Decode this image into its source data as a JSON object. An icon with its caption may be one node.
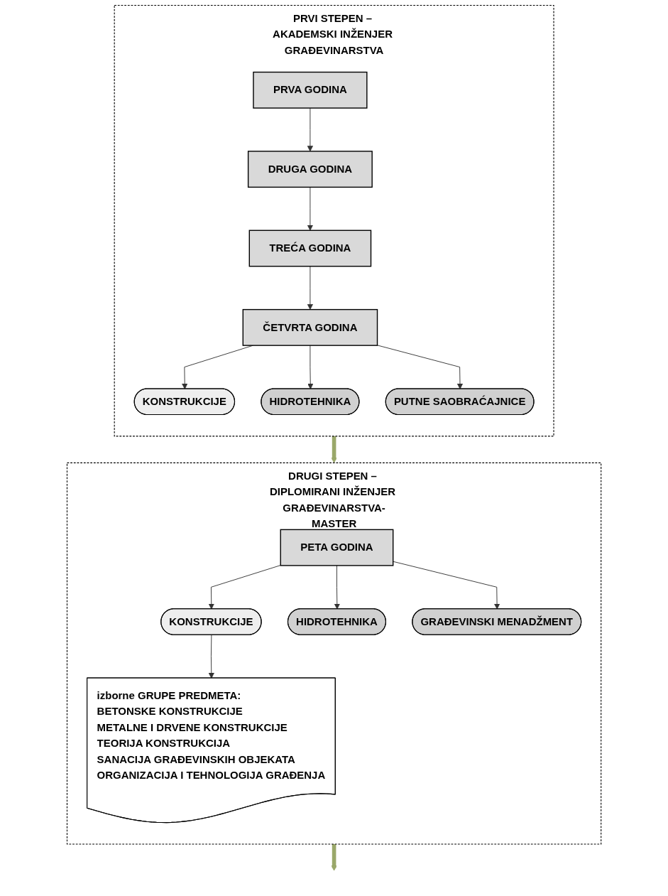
{
  "diagram": {
    "nodes": [
      {
        "text": [
          "PRVI STEPEN – AKADEMSKI INŽENJER GRAĐEVINARSTVA"
        ]
      },
      {
        "text": [
          "PRVA GODINA"
        ],
        "in": 0
      },
      {
        "text": [
          "DRUGA GODINA"
        ],
        "in": 0
      },
      {
        "text": [
          "TREĆA GODINA"
        ],
        "in": 0
      },
      {
        "text": [
          "ČETVRTA GODINA"
        ],
        "in": 0
      },
      {
        "text": [
          "KONSTRUKCIJE"
        ],
        "in": 0
      },
      {
        "text": [
          "HIDROTEHNIKA"
        ],
        "in": 0
      },
      {
        "text": [
          "PUTNE SAOBRAĆAJNICE"
        ],
        "in": 0
      },
      {
        "text": [
          "DRUGI STEPEN – DIPLOMIRANI INŽENJER GRAĐEVINARSTVA-MASTER"
        ]
      },
      {
        "text": [
          "PETA GODINA"
        ],
        "in": 8
      },
      {
        "text": [
          "KONSTRUKCIJE"
        ],
        "in": 8
      },
      {
        "text": [
          "HIDROTEHNIKA"
        ],
        "in": 8
      },
      {
        "text": [
          "GRAĐEVINSKI MENADŽMENT"
        ],
        "in": 8
      },
      {
        "text": [
          "izborne GRUPE PREDMETA:",
          "BETONSKE KONSTRUKCIJE",
          "METALNE I DRVENE KONSTRUKCIJE",
          "TEORIJA KONSTRUKCIJA",
          "SANACIJA GRAĐEVINSKIH OBJEKATA",
          "ORGANIZACIJA I TEHNOLOGIJA GRAĐENJA"
        ],
        "in": 8
      }
    ],
    "edges": [
      {
        "from": 1,
        "to": 2,
        "arrow": "to"
      },
      {
        "from": 2,
        "to": 3,
        "arrow": "to"
      },
      {
        "from": 3,
        "to": 4,
        "arrow": "to"
      },
      {
        "from": 4,
        "to": 5,
        "arrow": "to"
      },
      {
        "from": 4,
        "to": 6,
        "arrow": "to"
      },
      {
        "from": 4,
        "to": 7,
        "arrow": "to"
      },
      {
        "from": 0,
        "to": 8,
        "arrow": "to",
        "style": "thick",
        "color": "#9aa86a"
      },
      {
        "from": 9,
        "to": 10,
        "arrow": "to"
      },
      {
        "from": 9,
        "to": 11,
        "arrow": "to"
      },
      {
        "from": 9,
        "to": 12,
        "arrow": "to"
      },
      {
        "from": 10,
        "to": 13,
        "arrow": "to"
      },
      {
        "from": 8,
        "to": null,
        "arrow": "to",
        "style": "thick",
        "color": "#9aa86a"
      }
    ]
  }
}
